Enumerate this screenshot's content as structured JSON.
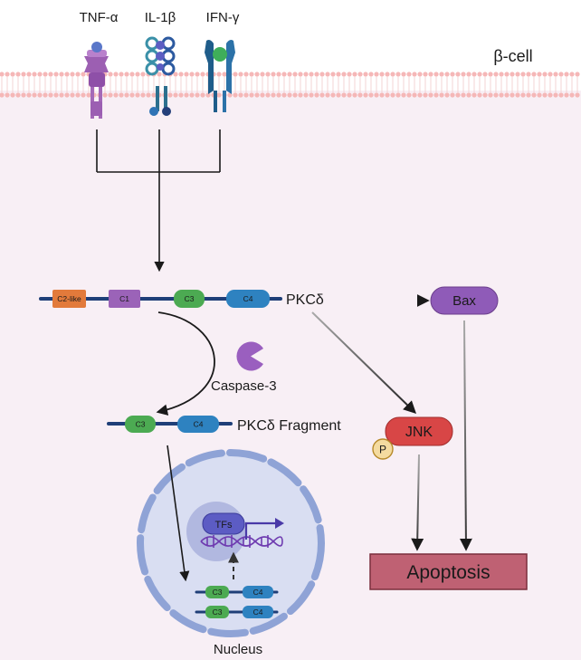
{
  "receptors": {
    "tnf": "TNF-α",
    "il1": "IL-1β",
    "ifn": "IFN-γ"
  },
  "cell_label": "β-cell",
  "pkc": {
    "label": "PKCδ",
    "domains": [
      "C2-like",
      "C1",
      "C3",
      "C4"
    ]
  },
  "caspase": "Caspase-3",
  "fragment": {
    "label": "PKCδ Fragment",
    "domains": [
      "C3",
      "C4"
    ]
  },
  "tfs": "TFs",
  "nucleus": "Nucleus",
  "nuclear_fragments": [
    "C3",
    "C4",
    "C3",
    "C4"
  ],
  "bax": "Bax",
  "jnk": "JNK",
  "phospho": "P",
  "apoptosis": "Apoptosis",
  "colors": {
    "cytoplasm": "#f8eff5",
    "membrane_head": "#f5b7b7",
    "membrane_tail": "#f0c9c9",
    "backbone": "#1f3f78",
    "c2like": "#e27a3b",
    "c1": "#9b63b8",
    "c3": "#4caa52",
    "c4": "#2e82c0",
    "bax": "#8f5bb8",
    "jnk": "#d84646",
    "apoptosis": "#bf6173",
    "nucleus_fill": "#d9def2",
    "nucleus_ring": "#8fa3d6",
    "tfs": "#5c5cc4",
    "caspase": "#9a5fbf"
  }
}
